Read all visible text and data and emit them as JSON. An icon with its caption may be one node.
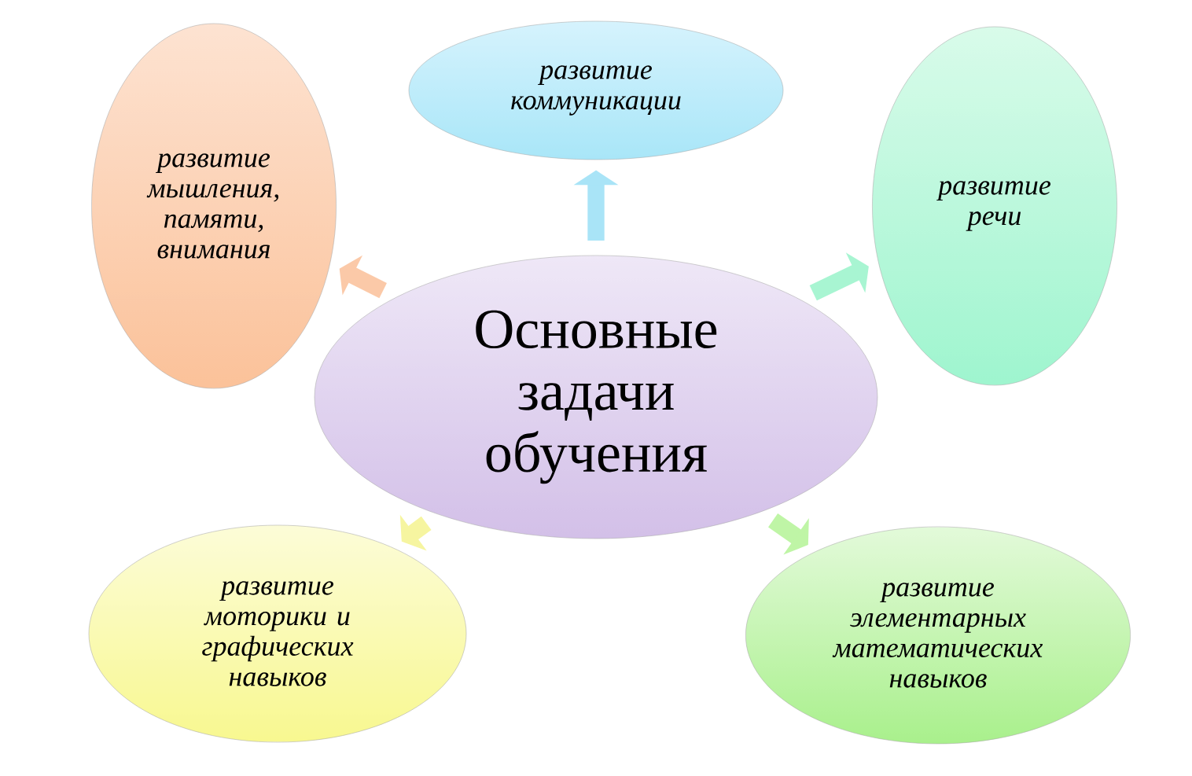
{
  "diagram": {
    "nodes": [
      {
        "text": [
          "развитие коммуникации"
        ]
      },
      {
        "text": [
          "развитие мышления, памяти, внимания"
        ]
      },
      {
        "text": [
          "развитие речи"
        ]
      },
      {
        "text": [
          "Основные задачи обучения"
        ]
      },
      {
        "text": [
          "развитие моторики и графических навыков"
        ]
      },
      {
        "text": [
          "развитие элементарных математических навыков"
        ]
      }
    ],
    "edges": [
      {
        "from": 3,
        "to": 0,
        "arrow": "to",
        "color": "#a9e4f7"
      },
      {
        "from": 3,
        "to": 1,
        "arrow": "to",
        "color": "#fbc9a8"
      },
      {
        "from": 3,
        "to": 2,
        "arrow": "to",
        "color": "#a8f5d2"
      },
      {
        "from": 3,
        "to": 4,
        "arrow": "to",
        "color": "#f6f5a0"
      },
      {
        "from": 3,
        "to": 5,
        "arrow": "to",
        "color": "#bff5a6"
      }
    ]
  }
}
